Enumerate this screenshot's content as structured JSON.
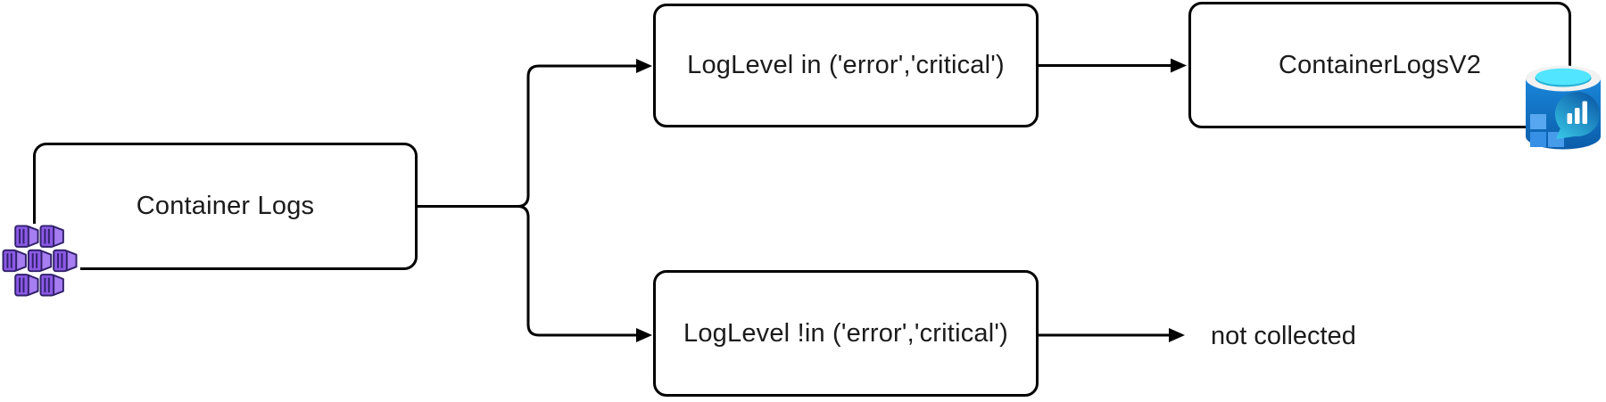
{
  "diagram": {
    "colors": {
      "background": "#ffffff",
      "line": "#000000",
      "box_border": "#000000",
      "box_fill": "#ffffff",
      "text": "#1b1b1b",
      "container_icon_purple": "#8c5ae6",
      "container_icon_purple_light": "#a77df2",
      "container_icon_outline": "#31216b",
      "log_analytics_body_blue": "#1272c6",
      "log_analytics_rim_white": "#f2f2f2",
      "log_analytics_cyan": "#50e6ff",
      "log_analytics_bubble_blue": "#0a57a5",
      "log_analytics_bubble_teal": "#36c3e4"
    },
    "nodes": {
      "source": {
        "label": "Container Logs",
        "icon": "containers-icon"
      },
      "filter_in": {
        "label": "LogLevel in ('error','critical')"
      },
      "filter_not_in": {
        "label": "LogLevel !in ('error','critical')"
      },
      "destination": {
        "label": "ContainerLogsV2",
        "icon": "log-analytics-icon"
      },
      "not_collected": {
        "label": "not collected"
      }
    },
    "edges": [
      {
        "from": "source",
        "to": "filter_in"
      },
      {
        "from": "source",
        "to": "filter_not_in"
      },
      {
        "from": "filter_in",
        "to": "destination"
      },
      {
        "from": "filter_not_in",
        "to": "not_collected"
      }
    ]
  }
}
